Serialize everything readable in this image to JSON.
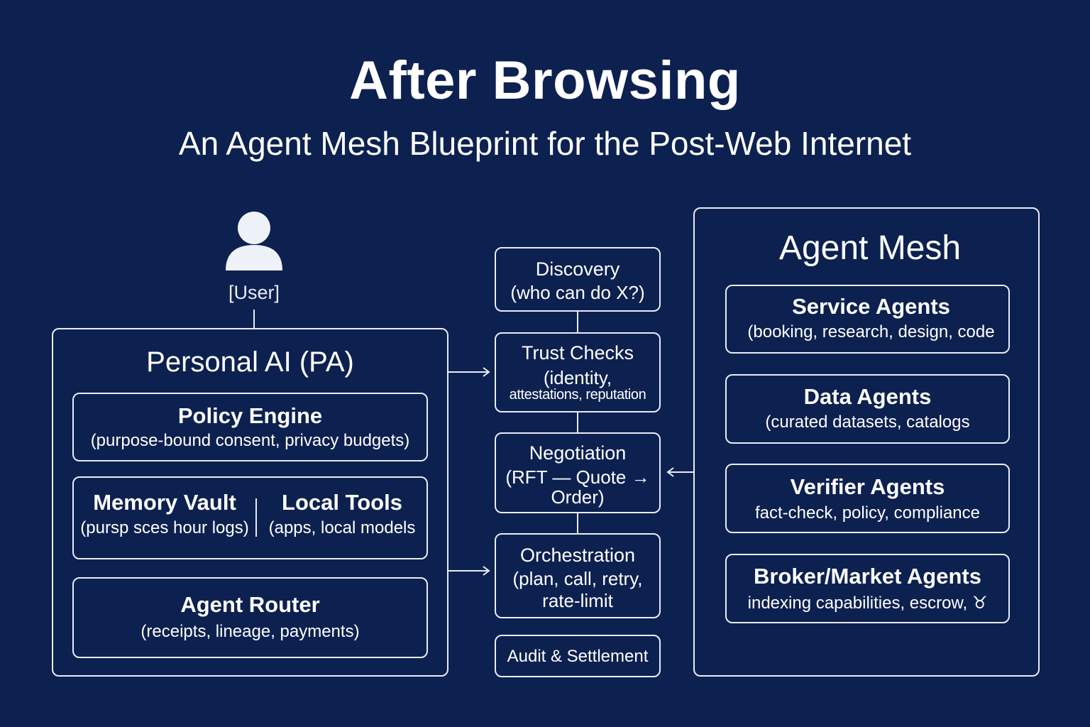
{
  "header": {
    "title": "After Browsing",
    "subtitle": "An Agent Mesh Blueprint for the Post-Web Internet"
  },
  "user": {
    "label": "[User]",
    "icon": "user-icon"
  },
  "personal_ai": {
    "title": "Personal AI (PA)",
    "policy_engine": {
      "title": "Policy Engine",
      "subtitle": "(purpose-bound consent, privacy budgets)"
    },
    "memory_vault": {
      "title": "Memory Vault",
      "subtitle": "(pursp sces hour logs)"
    },
    "local_tools": {
      "title": "Local Tools",
      "subtitle": "(apps, local models"
    },
    "agent_router": {
      "title": "Agent Router",
      "subtitle": "(receipts, lineage, payments)"
    }
  },
  "pipeline": {
    "discovery": {
      "title": "Discovery",
      "subtitle": "(who can do X?)"
    },
    "trust_checks": {
      "title": "Trust Checks",
      "subtitle_1": "(identity,",
      "subtitle_2": "attestations, reputation"
    },
    "negotiation": {
      "title": "Negotiation",
      "subtitle_1": "(RFT — Quote →",
      "subtitle_2": "Order)"
    },
    "orchestration": {
      "title": "Orchestration",
      "subtitle_1": "(plan, call, retry,",
      "subtitle_2": "rate-limit"
    },
    "audit": {
      "title": "Audit & Settlement"
    }
  },
  "agent_mesh": {
    "title": "Agent Mesh",
    "service": {
      "title": "Service Agents",
      "subtitle": "(booking, research, design, code"
    },
    "data": {
      "title": "Data Agents",
      "subtitle": "(curated datasets, catalogs"
    },
    "verifier": {
      "title": "Verifier Agents",
      "subtitle": "fact-check, policy, compliance"
    },
    "broker": {
      "title": "Broker/Market Agents",
      "subtitle": "indexing capabilities, escrow, ♉"
    }
  },
  "colors": {
    "background": "#0d2150",
    "stroke": "#e8ecf5",
    "text": "#ffffff"
  }
}
